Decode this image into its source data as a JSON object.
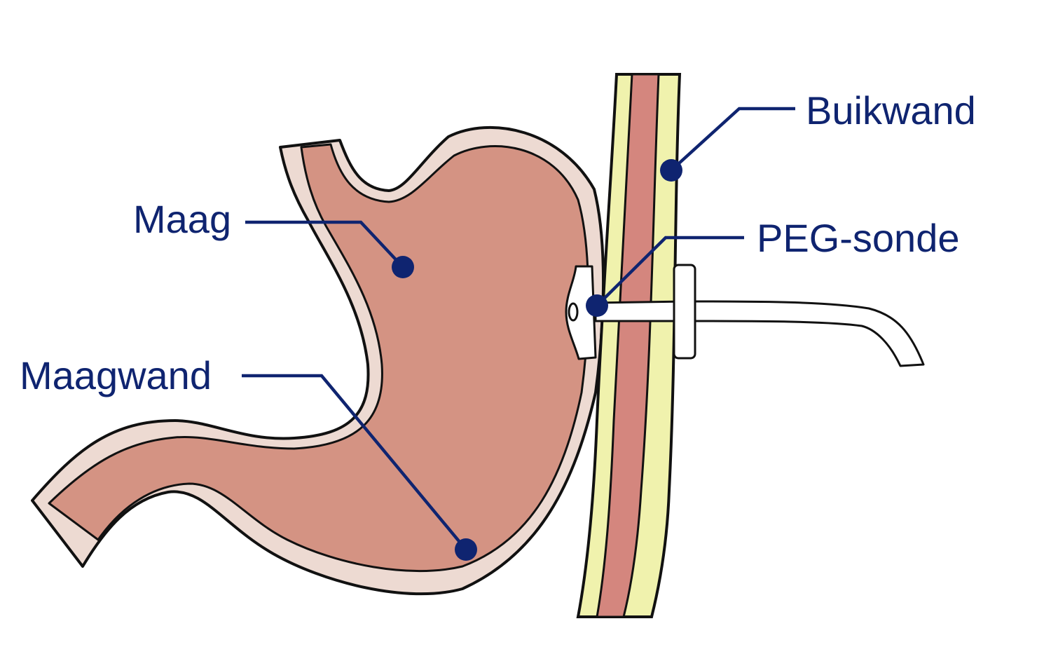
{
  "colors": {
    "outline": "#111111",
    "stomach_wall": "#eddad2",
    "stomach_inner": "#d49383",
    "abdominal_fat": "#f0f2ad",
    "abdominal_muscle": "#d4867e",
    "tube": "#ffffff",
    "leader": "#0f2470"
  },
  "labels": {
    "maag": "Maag",
    "maagwand": "Maagwand",
    "buikwand": "Buikwand",
    "peg_sonde": "PEG-sonde"
  }
}
